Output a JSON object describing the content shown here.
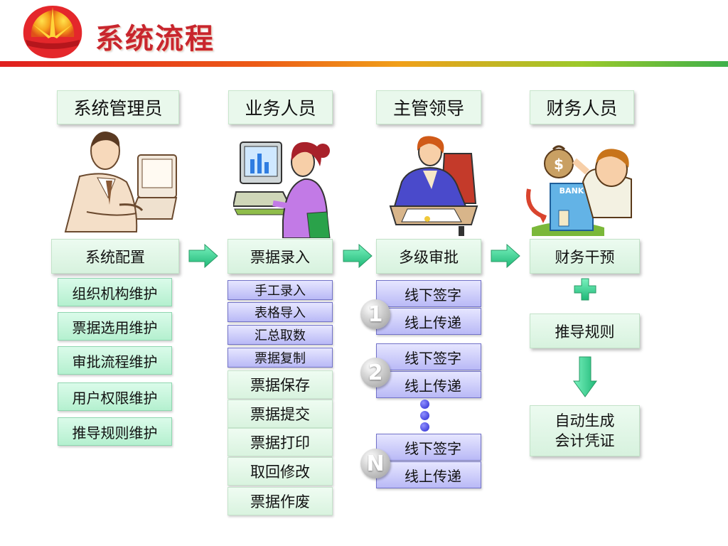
{
  "header": {
    "title": "系统流程"
  },
  "roles": [
    {
      "label": "系统管理员"
    },
    {
      "label": "业务人员"
    },
    {
      "label": "主管领导"
    },
    {
      "label": "财务人员"
    }
  ],
  "stages": [
    {
      "label": "系统配置"
    },
    {
      "label": "票据录入"
    },
    {
      "label": "多级审批"
    },
    {
      "label": "财务干预"
    }
  ],
  "admin_items": [
    "组织机构维护",
    "票据选用维护",
    "审批流程维护",
    "用户权限维护",
    "推导规则维护"
  ],
  "entry_methods": [
    "手工录入",
    "表格导入",
    "汇总取数",
    "票据复制"
  ],
  "entry_actions": [
    "票据保存",
    "票据提交",
    "票据打印",
    "取回修改",
    "票据作废"
  ],
  "approval_levels": [
    {
      "badge": "1",
      "sign": "线下签字",
      "pass": "线上传递"
    },
    {
      "badge": "2",
      "sign": "线下签字",
      "pass": "线上传递"
    },
    {
      "badge": "N",
      "sign": "线下签字",
      "pass": "线上传递"
    }
  ],
  "finance": {
    "rule": "推导规则",
    "voucher_line1": "自动生成",
    "voucher_line2": "会计凭证",
    "bank_sign": "BANK",
    "money_symbol": "$"
  },
  "colors": {
    "title_red": "#c8262e",
    "arrow_green": "#2ecf8a",
    "purple_box": "#b9b9f6",
    "mint_box": "#b4f0cf"
  }
}
